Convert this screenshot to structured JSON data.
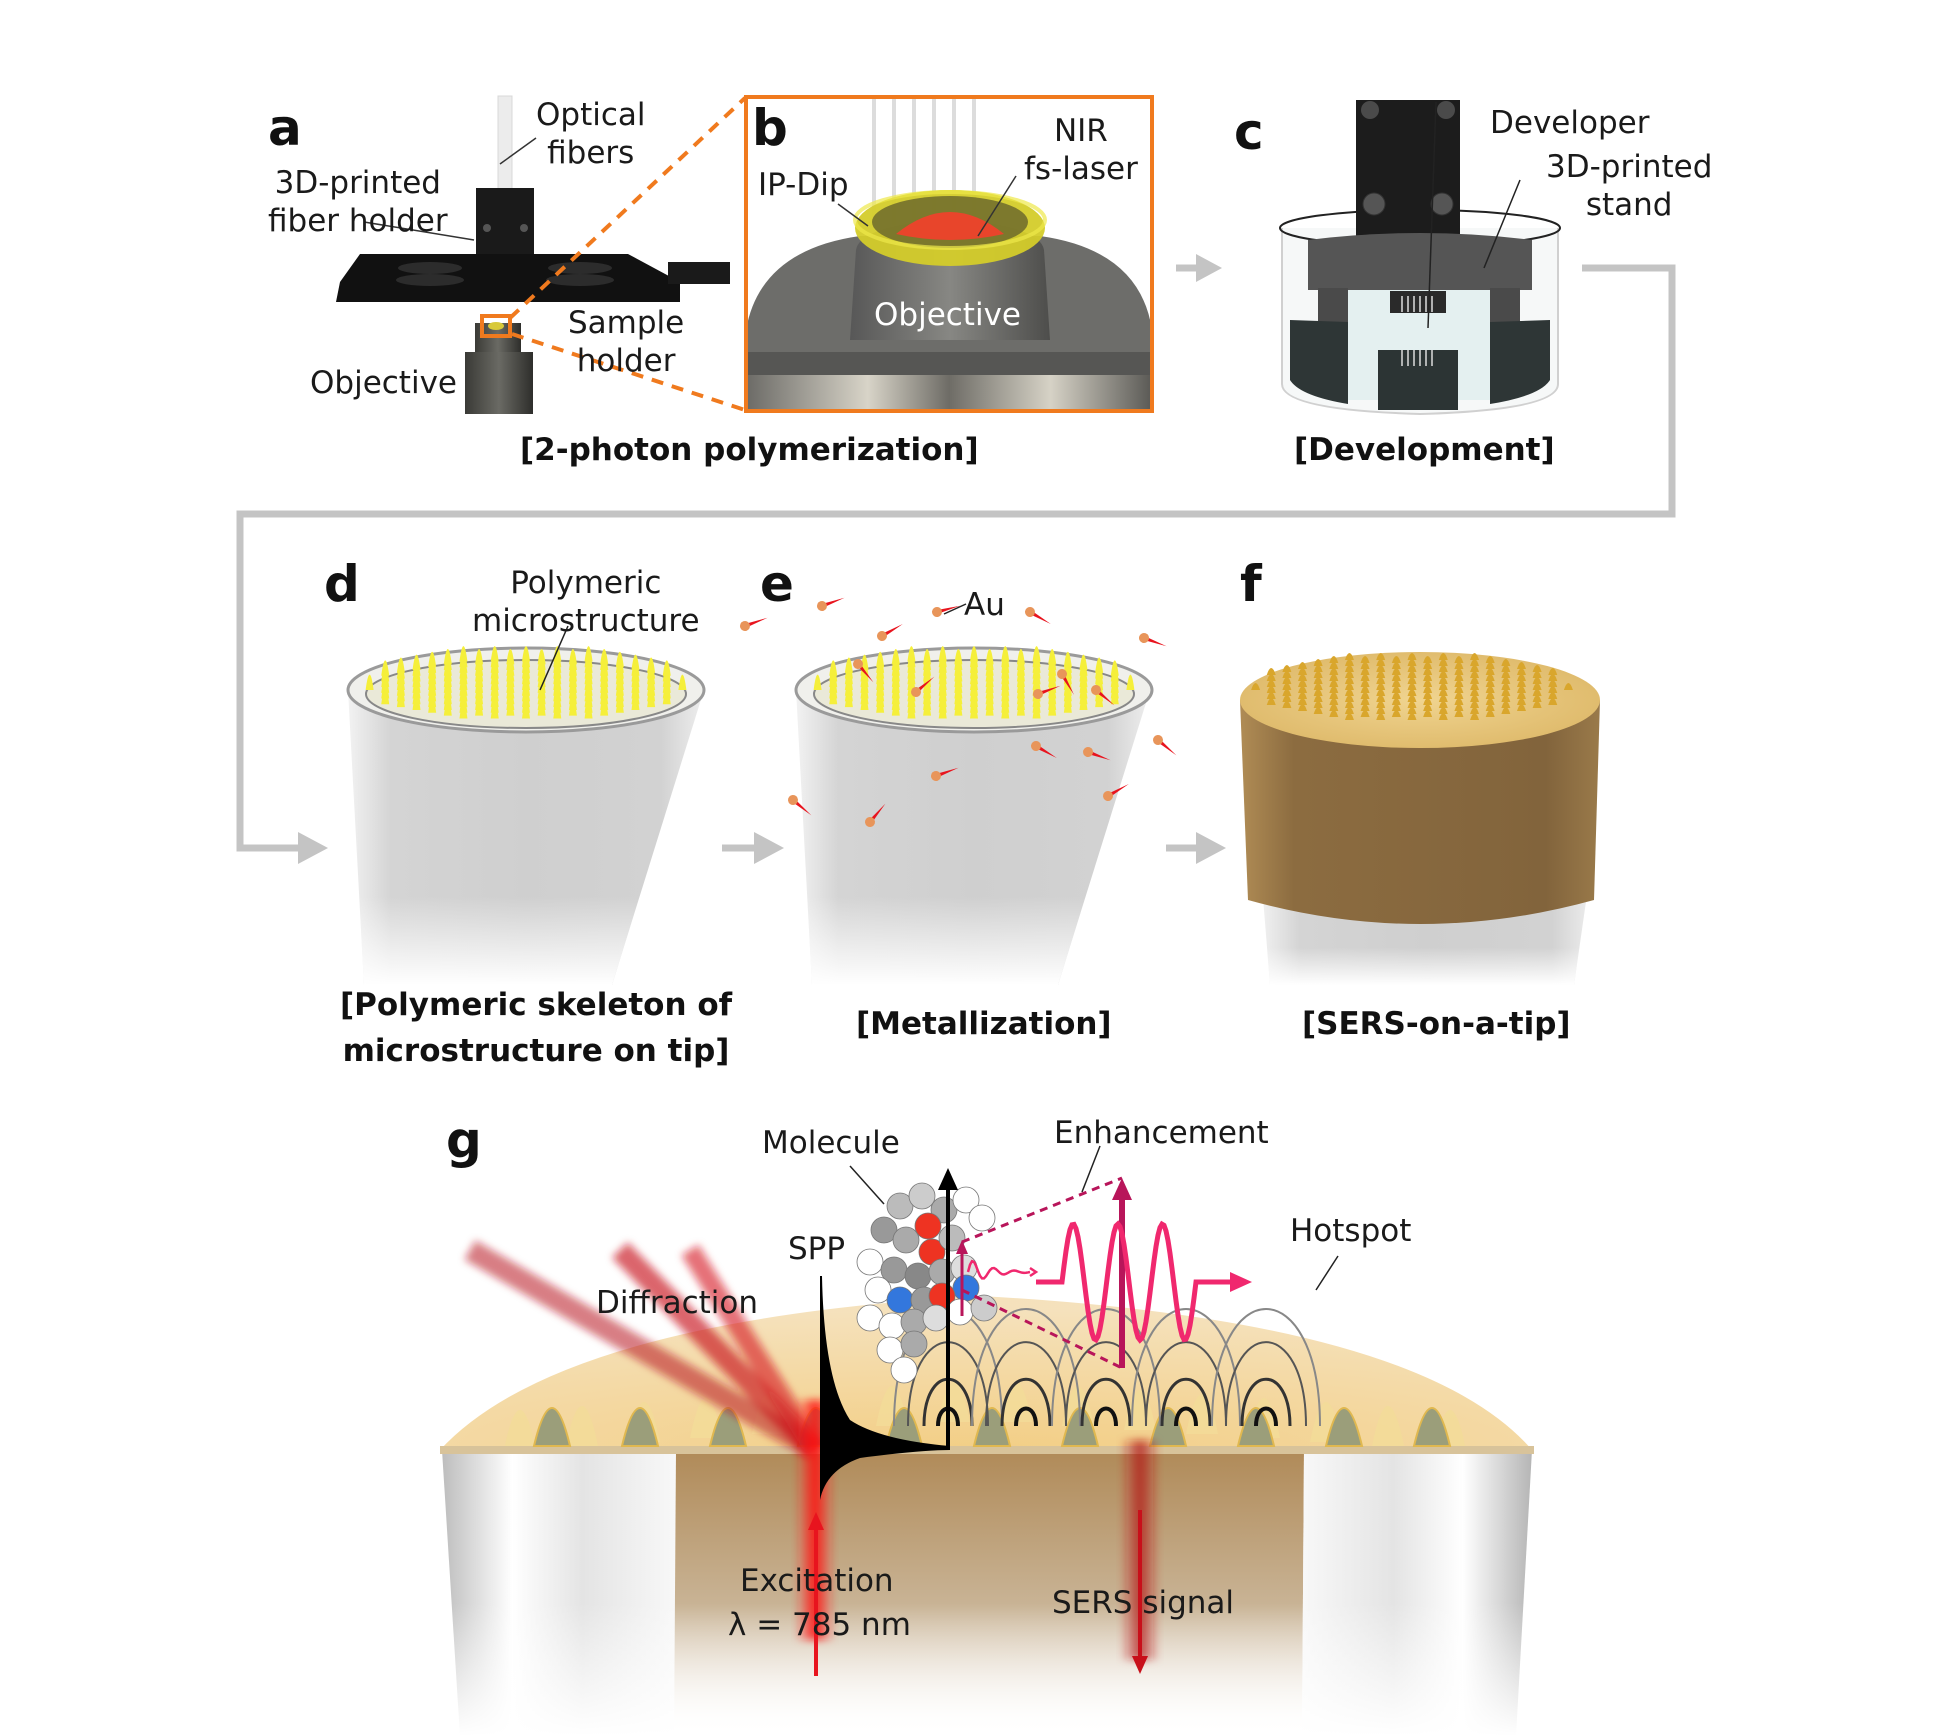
{
  "figure": {
    "panels": {
      "a": {
        "letter": "a",
        "labels": {
          "optical_fibers": "Optical\nfibers",
          "fiber_holder": "3D-printed\nfiber holder",
          "sample_holder": "Sample\nholder",
          "objective": "Objective"
        }
      },
      "b": {
        "letter": "b",
        "labels": {
          "ip_dip": "IP-Dip",
          "nir_laser": "NIR\nfs-laser",
          "objective": "Objective"
        }
      },
      "ab_caption": "[2-photon polymerization]",
      "c": {
        "letter": "c",
        "labels": {
          "developer": "Developer",
          "stand": "3D-printed\nstand"
        },
        "caption": "[Development]"
      },
      "d": {
        "letter": "d",
        "labels": {
          "microstructure": "Polymeric\nmicrostructure"
        },
        "caption": "[Polymeric skeleton of\nmicrostructure on tip]"
      },
      "e": {
        "letter": "e",
        "labels": {
          "au": "Au"
        },
        "caption": "[Metallization]"
      },
      "f": {
        "letter": "f",
        "caption": "[SERS-on-a-tip]"
      },
      "g": {
        "letter": "g",
        "labels": {
          "molecule": "Molecule",
          "enhancement": "Enhancement",
          "spp": "SPP",
          "hotspot": "Hotspot",
          "diffraction": "Diffraction",
          "excitation": "Excitation",
          "wavelength": "λ = 785 nm",
          "sers_signal": "SERS signal"
        }
      }
    },
    "colors": {
      "zoom_box": "#f07a1e",
      "flow_arrow": "#c4c4c4",
      "resin": "#e5e03a",
      "laser": "#e8452b",
      "gold": "#8a6a3e",
      "gold_light": "#e8c784",
      "pillar_yellow": "#f5ef3a",
      "excitation": "#e8141e",
      "wave": "#f0286e",
      "enhance_dash": "#b8155a"
    }
  }
}
